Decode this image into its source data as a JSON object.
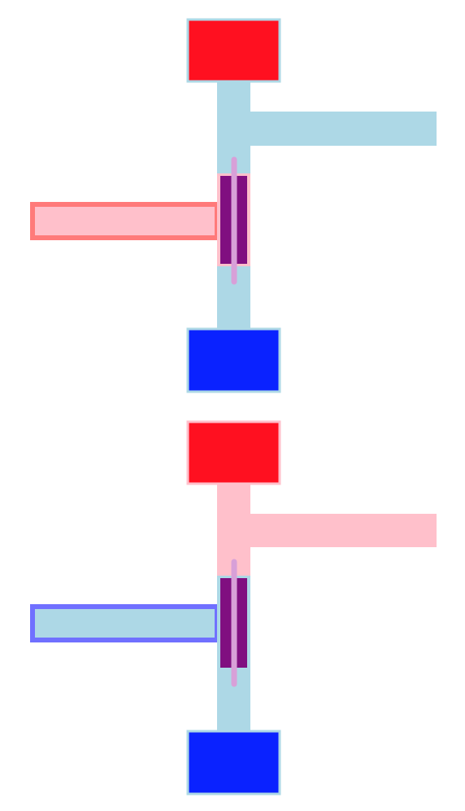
{
  "colors": {
    "background": "#ffffff",
    "red_pad": "#ff1020",
    "blue_pad": "#0a22ff",
    "light_blue": "#add8e6",
    "pink": "#ffc0cb",
    "pink_border": "#ff7a7a",
    "blue_border": "#7070ff",
    "purple": "#800f80",
    "lavender": "#d8a0d8"
  },
  "diagrams": [
    {
      "id": "top",
      "stem_color": "light_blue",
      "input_fill": "pink",
      "input_border": "pink_border",
      "gate_border": "pink"
    },
    {
      "id": "bottom",
      "stem_color": "pink",
      "input_fill": "light_blue",
      "input_border": "blue_border",
      "gate_border": "light_blue"
    }
  ]
}
